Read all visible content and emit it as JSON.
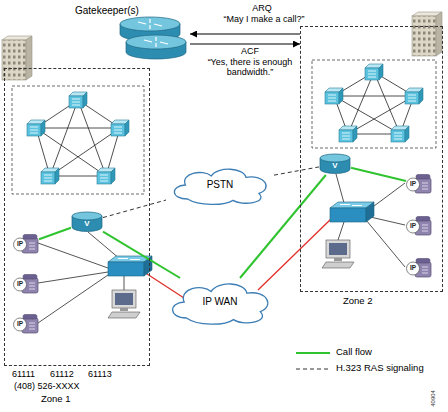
{
  "diagram": {
    "nodes": [
      {
        "text": [
          "Gatekeeper(s)"
        ]
      },
      {
        "text": [
          "Zone 1"
        ]
      },
      {
        "text": [
          "Zone 2"
        ]
      },
      {
        "text": [
          "PSTN"
        ]
      },
      {
        "text": [
          "IP WAN"
        ]
      },
      {
        "text": [
          "V"
        ],
        "in": 1
      },
      {
        "text": [
          "V"
        ],
        "in": 2
      },
      {
        "text": [
          "IP"
        ],
        "in": 1
      },
      {
        "text": [
          "IP"
        ],
        "in": 1
      },
      {
        "text": [
          "IP"
        ],
        "in": 1
      },
      {
        "text": [
          "IP"
        ],
        "in": 2
      },
      {
        "text": [
          "IP"
        ],
        "in": 2
      },
      {
        "text": [
          "IP"
        ],
        "in": 2
      }
    ],
    "edges": [
      {
        "from": 2,
        "to": 0,
        "label": "ARQ",
        "arrow": "to"
      },
      {
        "from": 0,
        "to": 2,
        "label": "ACF",
        "arrow": "to"
      },
      {
        "from": 7,
        "to": 5,
        "arrow": "none"
      },
      {
        "from": 5,
        "to": 4,
        "arrow": "none"
      },
      {
        "from": 4,
        "to": 6,
        "arrow": "none"
      },
      {
        "from": 6,
        "to": 10,
        "arrow": "none"
      },
      {
        "from": 5,
        "to": 3,
        "arrow": "none"
      },
      {
        "from": 3,
        "to": 6,
        "arrow": "none"
      }
    ],
    "labels": [
      "“May I make a call?”",
      "“Yes, there is enough bandwidth.”",
      "61111",
      "61112",
      "61113",
      "(408) 526-XXXX",
      "40904"
    ],
    "legend": [
      {
        "text": "Call flow"
      },
      {
        "text": "H.323 RAS signaling"
      }
    ]
  }
}
